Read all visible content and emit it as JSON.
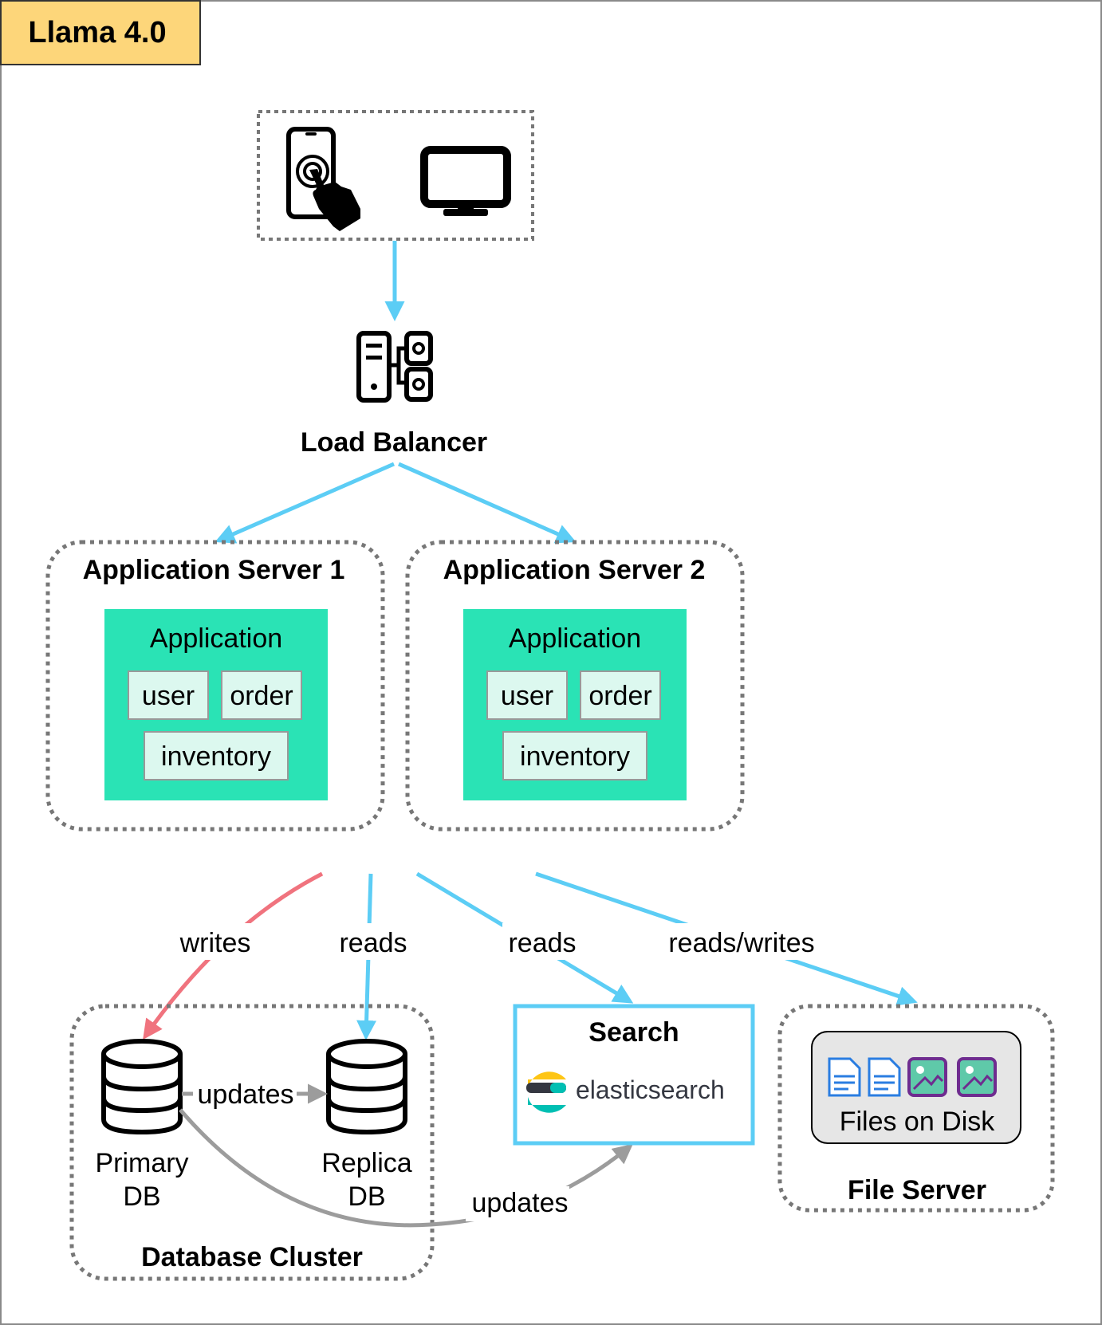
{
  "badge": {
    "label": "Llama 4.0"
  },
  "load_balancer": {
    "label": "Load Balancer"
  },
  "servers": [
    {
      "title": "Application Server 1",
      "app": "Application",
      "modules": [
        "user",
        "order",
        "inventory"
      ]
    },
    {
      "title": "Application Server 2",
      "app": "Application",
      "modules": [
        "user",
        "order",
        "inventory"
      ]
    }
  ],
  "edges": {
    "writes": "writes",
    "reads_db": "reads",
    "reads_search": "reads",
    "reads_writes": "reads/writes",
    "updates_replica": "updates",
    "updates_search": "updates"
  },
  "database_cluster": {
    "title": "Database Cluster",
    "primary_line1": "Primary",
    "primary_line2": "DB",
    "replica_line1": "Replica",
    "replica_line2": "DB"
  },
  "search": {
    "title": "Search",
    "brand": "elasticsearch"
  },
  "file_server": {
    "title": "File Server",
    "storage": "Files on Disk"
  },
  "colors": {
    "badge_fill": "#fdd67a",
    "app_green": "#2ae3b5",
    "module_fill": "#dcf8ef",
    "arrow_blue": "#5ccdf5",
    "arrow_red": "#f0737e",
    "arrow_gray": "#9c9c9c",
    "search_border": "#5ccdf5"
  },
  "icons": [
    "smartphone-touch-icon",
    "desktop-monitor-icon",
    "load-balancer-icon",
    "database-icon",
    "elasticsearch-logo",
    "document-icon",
    "image-file-icon"
  ]
}
